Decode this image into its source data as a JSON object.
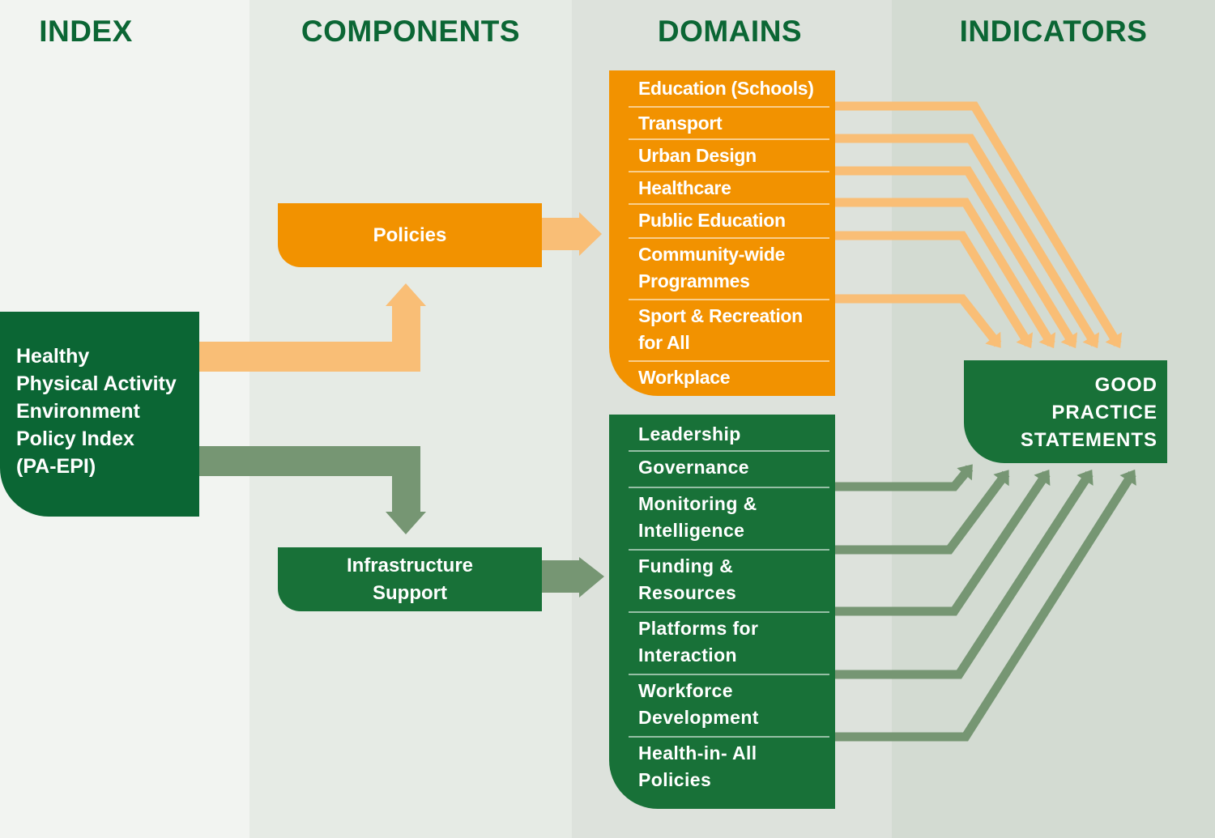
{
  "columns": {
    "index": "INDEX",
    "components": "COMPONENTS",
    "domains": "DOMAINS",
    "indicators": "INDICATORS"
  },
  "index_box": {
    "lines": [
      "Healthy",
      "Physical Activity",
      "Environment",
      "Policy Index",
      "(PA-EPI)"
    ]
  },
  "components": {
    "policies": "Policies",
    "infrastructure": [
      "Infrastructure",
      "Support"
    ]
  },
  "policy_domains": [
    "Education (Schools)",
    "Transport",
    "Urban Design",
    "Healthcare",
    "Public Education",
    "Community-wide Programmes",
    "Sport & Recreation for All",
    "Workplace"
  ],
  "infrastructure_domains": [
    "Leadership",
    "Governance",
    "Monitoring & Intelligence",
    "Funding & Resources",
    "Platforms for Interaction",
    "Workforce Development",
    "Health-in- All Policies"
  ],
  "indicators": {
    "box_lines": [
      "GOOD",
      "PRACTICE",
      "STATEMENTS"
    ]
  },
  "colors": {
    "dark_green": "#0b6634",
    "mid_green": "#187138",
    "light_green_arrow": "#769673",
    "orange": "#f29200",
    "light_orange_arrow": "#f9be76"
  }
}
